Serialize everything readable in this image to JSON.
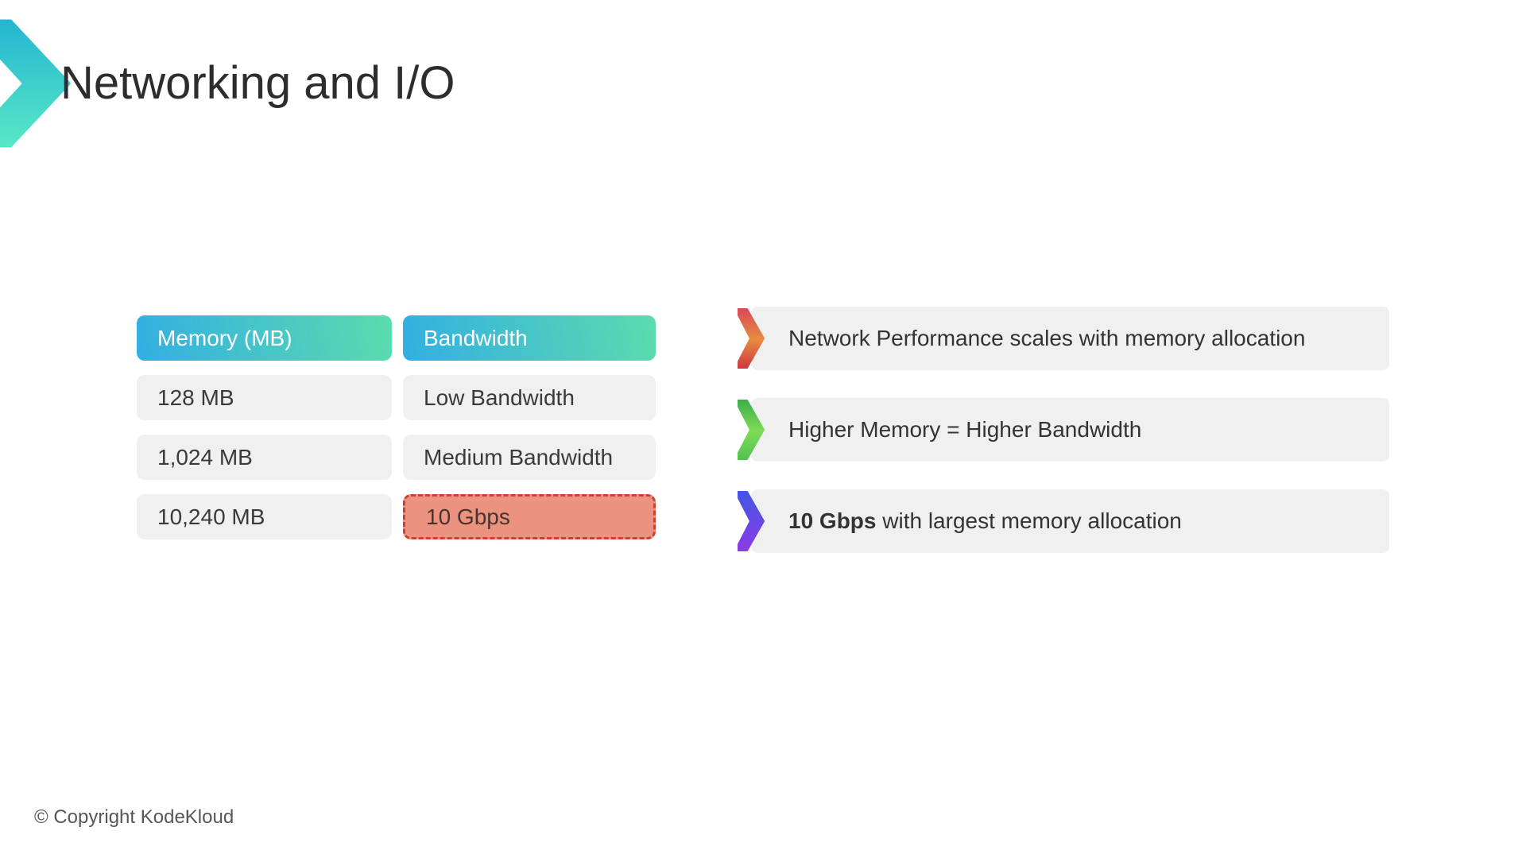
{
  "slide": {
    "title": "Networking and I/O",
    "copyright": "© Copyright KodeKloud"
  },
  "table": {
    "columns": [
      "Memory (MB)",
      "Bandwidth"
    ],
    "rows": [
      {
        "memory": "128 MB",
        "bandwidth": "Low Bandwidth",
        "highlighted": false
      },
      {
        "memory": "1,024 MB",
        "bandwidth": "Medium Bandwidth",
        "highlighted": false
      },
      {
        "memory": "10,240 MB",
        "bandwidth": "10 Gbps",
        "highlighted": true
      }
    ]
  },
  "bullets": [
    {
      "bold": "",
      "text": "Network Performance scales with memory allocation",
      "chevron": "orange-red"
    },
    {
      "bold": "",
      "text": "Higher Memory = Higher Bandwidth",
      "chevron": "green"
    },
    {
      "bold": "10 Gbps",
      "text": " with largest memory allocation",
      "chevron": "blue-purple"
    }
  ],
  "icons": {
    "logo": "kodekloud-chevron-logo",
    "bullet": "chevron-right-icon"
  },
  "colors": {
    "background": "#ffffff",
    "title_text": "#2d2d2d",
    "body_text": "#3a3a3a",
    "row_background": "#f0f0f0",
    "header_gradient_start": "#32afe2",
    "header_gradient_end": "#5cdcae",
    "header_text": "#ffffff",
    "highlight_background": "#eb9280",
    "highlight_border": "#c94331",
    "highlight_text": "#47342f",
    "logo_gradient_start": "#25b6d2",
    "logo_gradient_end": "#58e7c6",
    "chevron_orange_red": [
      "#d84a59",
      "#e68d3f",
      "#d03940"
    ],
    "chevron_green": [
      "#3dae49",
      "#7edb55",
      "#52c351"
    ],
    "chevron_blue_purple": [
      "#4355e3",
      "#8a3ce6"
    ],
    "copyright_text": "#54585a"
  }
}
